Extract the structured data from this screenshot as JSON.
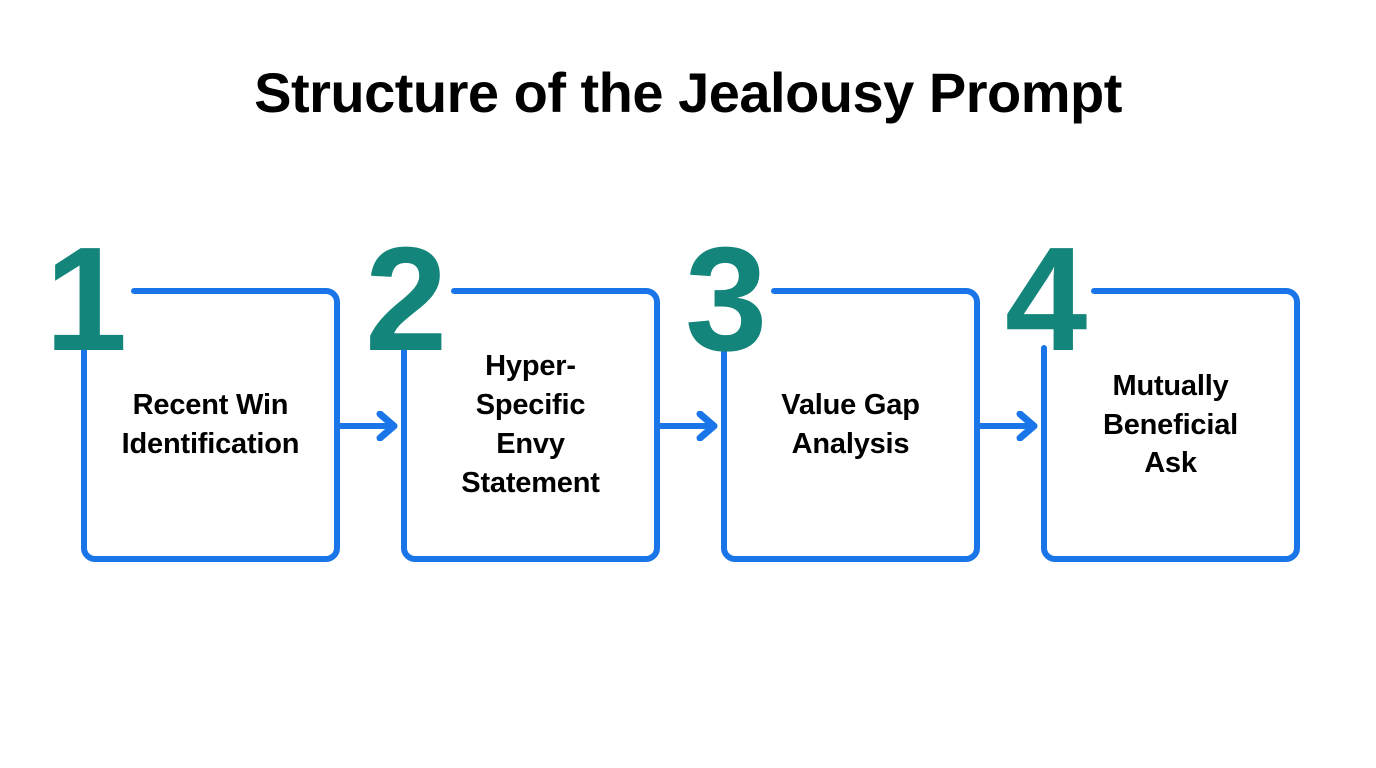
{
  "page": {
    "title": "Structure of the Jealousy Prompt",
    "background_color": "#ffffff",
    "title_color": "#000000"
  },
  "theme": {
    "box_border_color": "#1a76e8",
    "number_color": "#13857b",
    "arrow_color": "#1a76e8",
    "text_color": "#000000"
  },
  "flow": {
    "type": "horizontal-step-flow",
    "step_count": 4,
    "steps": [
      {
        "number": "1",
        "label": "Recent Win\nIdentification",
        "label_lines": [
          "Recent Win",
          "Identification"
        ]
      },
      {
        "number": "2",
        "label": "Hyper-\nSpecific\nEnvy\nStatement",
        "label_lines": [
          "Hyper-",
          "Specific",
          "Envy",
          "Statement"
        ]
      },
      {
        "number": "3",
        "label": "Value Gap\nAnalysis",
        "label_lines": [
          "Value Gap",
          "Analysis"
        ]
      },
      {
        "number": "4",
        "label": "Mutually\nBeneficial\nAsk",
        "label_lines": [
          "Mutually",
          "Beneficial",
          "Ask"
        ]
      }
    ],
    "connectors": [
      {
        "from": "1",
        "to": "2",
        "icon": "arrow-right-icon"
      },
      {
        "from": "2",
        "to": "3",
        "icon": "arrow-right-icon"
      },
      {
        "from": "3",
        "to": "4",
        "icon": "arrow-right-icon"
      }
    ]
  }
}
